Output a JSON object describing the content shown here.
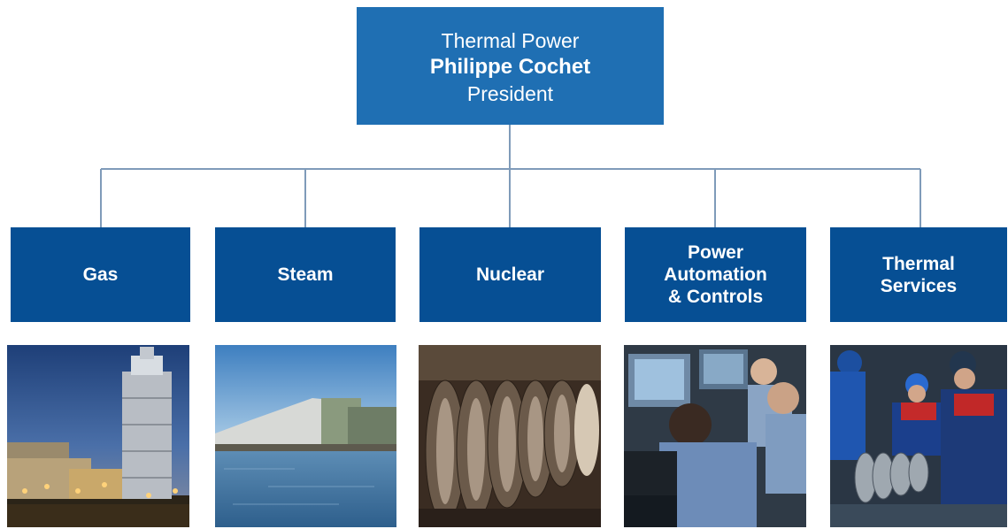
{
  "top": {
    "unit": "Thermal Power",
    "name": "Philippe Cochet",
    "role": "President"
  },
  "divisions": [
    {
      "label": "Gas"
    },
    {
      "label": "Steam"
    },
    {
      "label": "Nuclear"
    },
    {
      "label": "Power\nAutomation\n& Controls"
    },
    {
      "label": "Thermal\nServices"
    }
  ],
  "colors": {
    "top_box": "#1f6fb3",
    "division_box": "#064f94",
    "connector": "#7f9bb9",
    "text": "#ffffff"
  },
  "photos": [
    {
      "icon": "gas-power-plant-photo"
    },
    {
      "icon": "steam-power-plant-photo"
    },
    {
      "icon": "nuclear-turbine-photo"
    },
    {
      "icon": "control-room-photo"
    },
    {
      "icon": "service-technicians-photo"
    }
  ]
}
